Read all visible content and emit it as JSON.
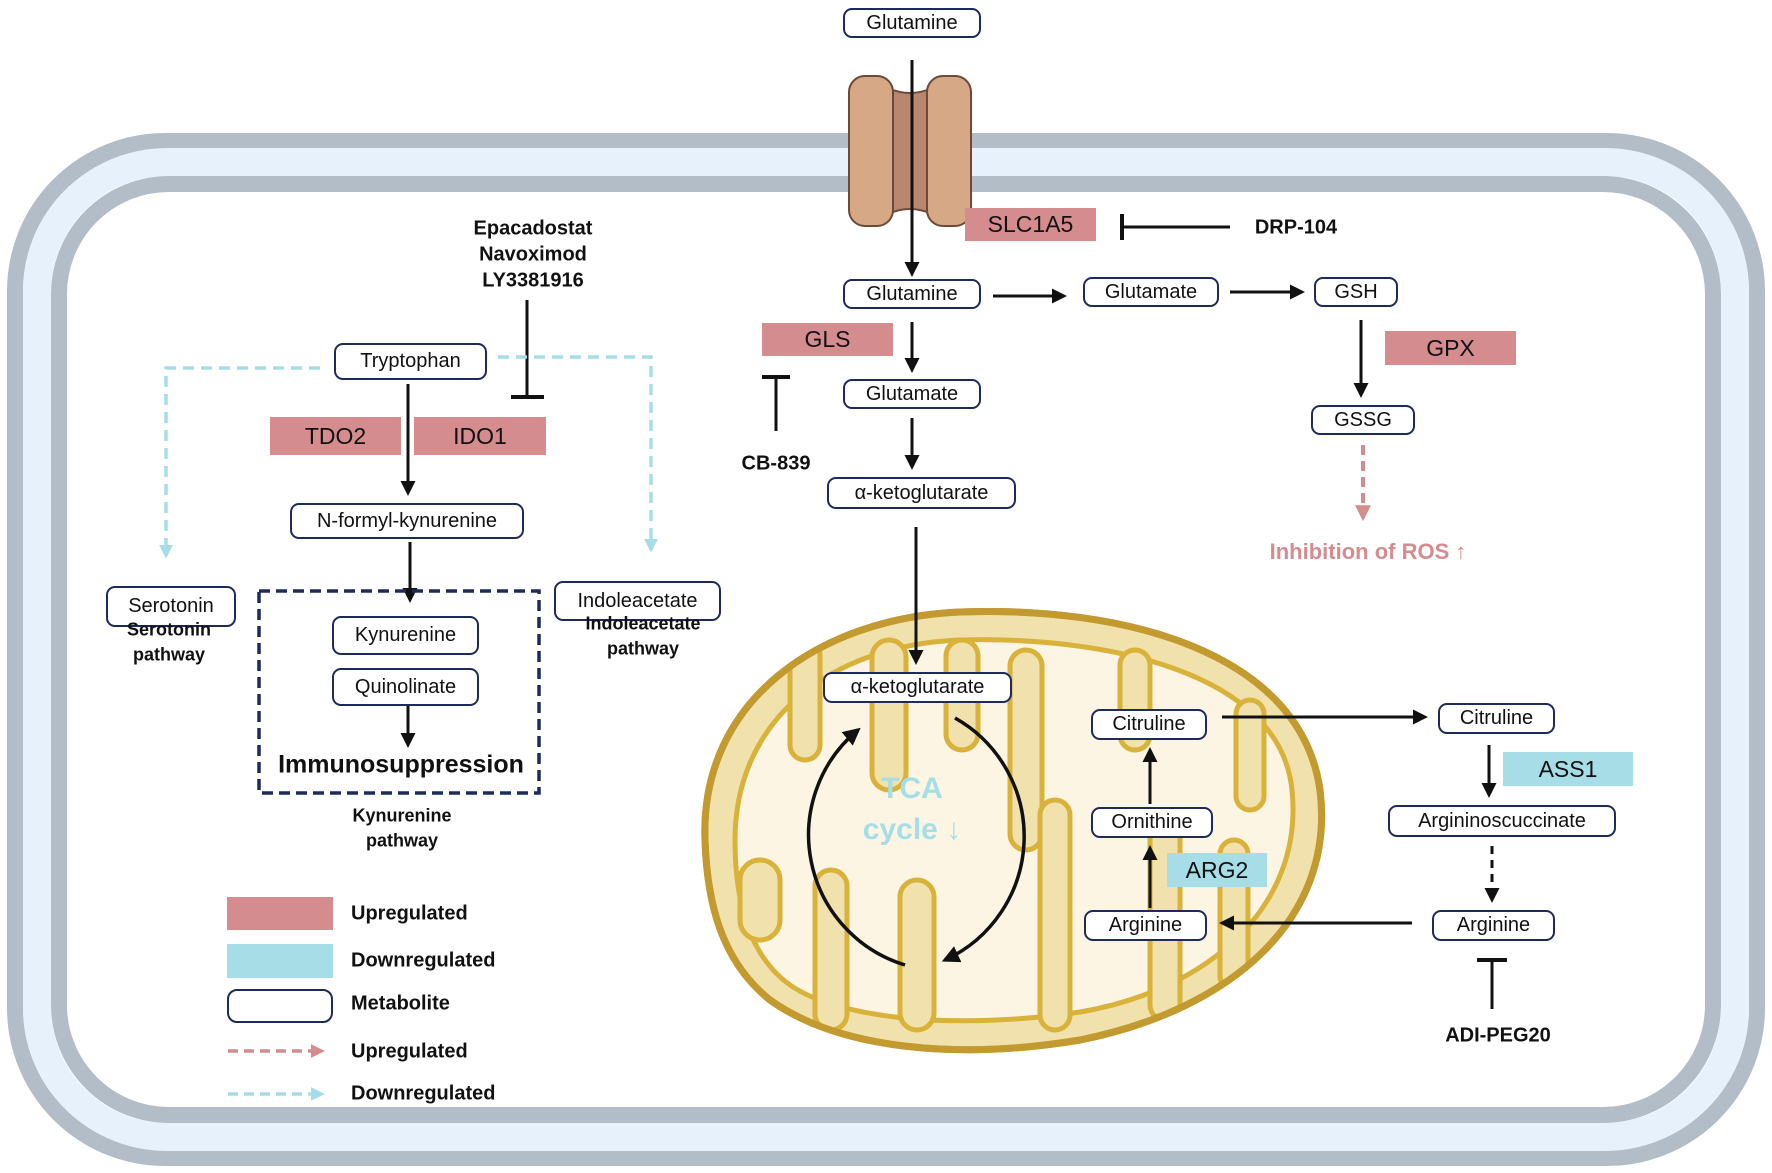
{
  "colors": {
    "upregulated": "#d48c8e",
    "downregulated": "#a7dde6",
    "metabolite_border": "#1f2a5c",
    "ros_text": "#d48c8e",
    "tca_text": "#a7dde6",
    "membrane_gray": "#b3bdc7",
    "membrane_light": "#e6f1fc",
    "mito_outer": "#c39a30",
    "mito_fill": "#f1e2ad",
    "mito_inner_fill": "#fcf5e3",
    "mito_cristae": "#d8b23a"
  },
  "metabolites": {
    "glutamine_outside": "Glutamine",
    "glutamine_inside": "Glutamine",
    "glutamate_right": "Glutamate",
    "gsh": "GSH",
    "gssg": "GSSG",
    "glutamate_down": "Glutamate",
    "akg_cytosol": "α-ketoglutarate",
    "akg_mito": "α-ketoglutarate",
    "tryptophan": "Tryptophan",
    "n_formyl_kynurenine": "N-formyl-kynurenine",
    "serotonin": "Serotonin",
    "kynurenine": "Kynurenine",
    "quinolinate": "Quinolinate",
    "indoleacetate": "Indoleacetate",
    "citruline_mito": "Citruline",
    "ornithine": "Ornithine",
    "arginine_mito": "Arginine",
    "citruline_cyto": "Citruline",
    "argininosuccinate": "Argininoscuccinate",
    "arginine_cyto": "Arginine"
  },
  "enzymes": {
    "slc1a5": {
      "label": "SLC1A5",
      "regulation": "up"
    },
    "gls": {
      "label": "GLS",
      "regulation": "up"
    },
    "gpx": {
      "label": "GPX",
      "regulation": "up"
    },
    "tdo2": {
      "label": "TDO2",
      "regulation": "up"
    },
    "ido1": {
      "label": "IDO1",
      "regulation": "up"
    },
    "arg2": {
      "label": "ARG2",
      "regulation": "down"
    },
    "ass1": {
      "label": "ASS1",
      "regulation": "down"
    }
  },
  "drugs": {
    "drp104": "DRP-104",
    "cb839": "CB-839",
    "ido_inhibitors": [
      "Epacadostat",
      "Navoximod",
      "LY3381916"
    ],
    "adi_peg20": "ADI-PEG20"
  },
  "outcomes": {
    "immunosuppression": "Immunosuppression",
    "ros": "Inhibition of ROS ↑",
    "tca_line1": "TCA",
    "tca_line2": "cycle ↓"
  },
  "pathways": {
    "serotonin": [
      "Serotonin",
      "pathway"
    ],
    "indoleacetate": [
      "Indoleacetate",
      "pathway"
    ],
    "kynurenine": [
      "Kynurenine",
      "pathway"
    ]
  },
  "legend": [
    {
      "symbol": "upregulated-box",
      "label": "Upregulated"
    },
    {
      "symbol": "downregulated-box",
      "label": "Downregulated"
    },
    {
      "symbol": "metabolite-box",
      "label": "Metabolite"
    },
    {
      "symbol": "upregulated-dashed-arrow",
      "label": "Upregulated"
    },
    {
      "symbol": "downregulated-dashed-arrow",
      "label": "Downregulated"
    }
  ]
}
